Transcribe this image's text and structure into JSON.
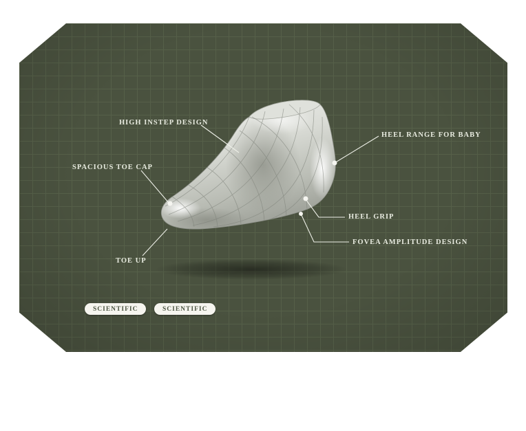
{
  "scene": {
    "panel_color": "#4a523f",
    "grid_color": "#566049",
    "label_color": "#e7eadf",
    "badge_text_color": "#4c5542",
    "callout_line_color": "#eef0e8"
  },
  "illustration": {
    "name": "chrome-baby-shoe-last",
    "description": "Metallic 3D shoe last with wireframe mesh lines on dark green grid background"
  },
  "callouts": [
    {
      "id": "high-instep",
      "label": "HIGH INSTEP DESIGN"
    },
    {
      "id": "heel-range",
      "label": "HEEL RANGE FOR BABY"
    },
    {
      "id": "spacious-toe",
      "label": "SPACIOUS TOE CAP"
    },
    {
      "id": "heel-grip",
      "label": "HEEL GRIP"
    },
    {
      "id": "fovea",
      "label": "FOVEA AMPLITUDE DESIGN"
    },
    {
      "id": "toe-up",
      "label": "TOE UP"
    }
  ],
  "badges": [
    {
      "label": "SCIENTIFIC"
    },
    {
      "label": "SCIENTIFIC"
    }
  ]
}
